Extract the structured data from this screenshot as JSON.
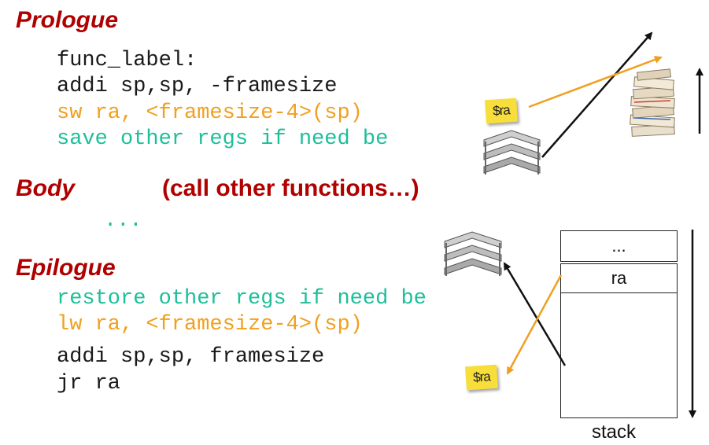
{
  "prologue": {
    "heading": "Prologue",
    "lines": [
      "func_label:",
      "addi sp,sp, -framesize",
      "sw ra, <framesize-4>(sp)",
      "save other regs if need be"
    ]
  },
  "body": {
    "heading": "Body",
    "note": "(call other functions…)",
    "ellipsis": "..."
  },
  "epilogue": {
    "heading": "Epilogue",
    "lines": [
      "restore other regs if need be",
      "lw ra, <framesize-4>(sp)",
      "addi sp,sp, framesize",
      "jr ra"
    ]
  },
  "stack": {
    "top_cell": "...",
    "ra_cell": "ra",
    "label": "stack"
  },
  "sticky_notes": {
    "top": "$ra",
    "bottom": "$ra"
  },
  "colors": {
    "heading": "#b00000",
    "code_black": "#1a1a1a",
    "code_orange": "#f0a020",
    "code_teal": "#1cbf9a"
  }
}
